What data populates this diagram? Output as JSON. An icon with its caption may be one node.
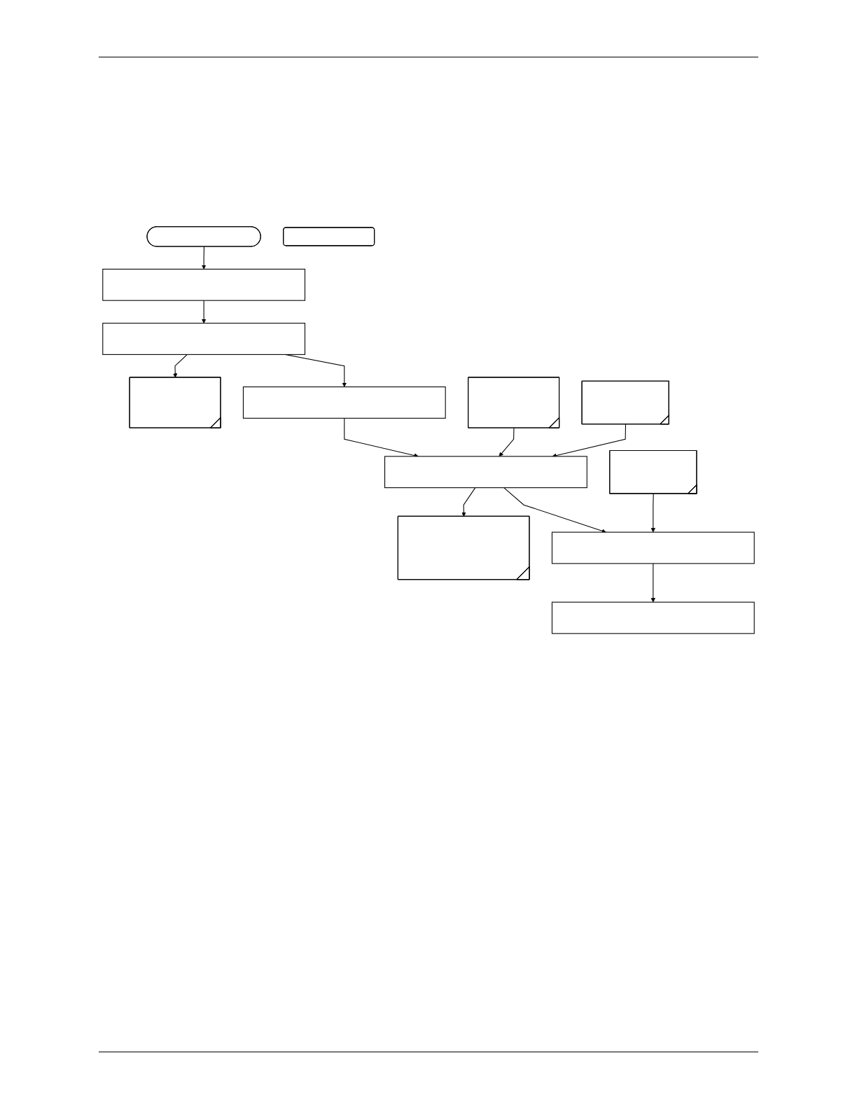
{
  "diagram": {
    "nodes": [
      {
        "text": [],
        "shape": "pill"
      },
      {
        "text": [],
        "shape": "tab"
      },
      {
        "text": [],
        "shape": "box"
      },
      {
        "text": [],
        "shape": "box"
      },
      {
        "text": [],
        "shape": "note"
      },
      {
        "text": [],
        "shape": "box"
      },
      {
        "text": [],
        "shape": "note"
      },
      {
        "text": [],
        "shape": "box"
      },
      {
        "text": [],
        "shape": "note"
      },
      {
        "text": [],
        "shape": "note"
      },
      {
        "text": [],
        "shape": "box"
      },
      {
        "text": [],
        "shape": "note"
      },
      {
        "text": [],
        "shape": "box"
      }
    ],
    "edges": [
      {
        "from": 0,
        "to": 2,
        "arrow": "to"
      },
      {
        "from": 2,
        "to": 3,
        "arrow": "to"
      },
      {
        "from": 3,
        "to": 5,
        "arrow": "to"
      },
      {
        "from": 3,
        "to": 4,
        "arrow": "to"
      },
      {
        "from": 5,
        "to": 7,
        "arrow": "to"
      },
      {
        "from": 6,
        "to": 7,
        "arrow": "to"
      },
      {
        "from": 7,
        "to": 10,
        "arrow": "to"
      },
      {
        "from": 7,
        "to": 8,
        "arrow": "to"
      },
      {
        "from": 9,
        "to": 7,
        "arrow": "to"
      },
      {
        "from": 10,
        "to": 12,
        "arrow": "to"
      },
      {
        "from": 11,
        "to": 10,
        "arrow": "to"
      }
    ]
  }
}
